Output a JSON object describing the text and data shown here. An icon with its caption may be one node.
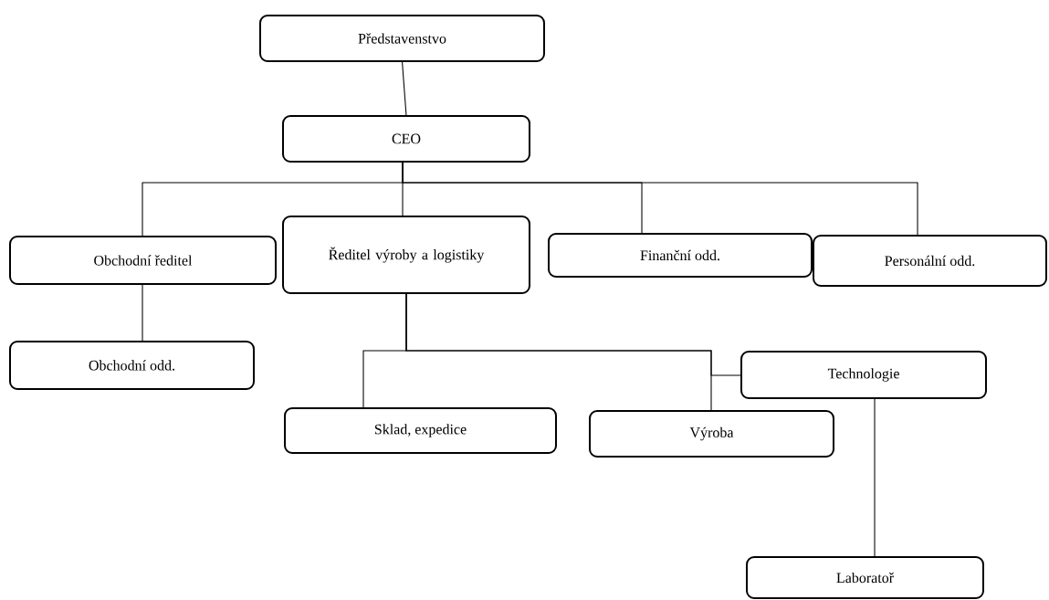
{
  "diagram": {
    "nodes": [
      {
        "text": [
          "Představenstvo"
        ]
      },
      {
        "text": [
          "CEO"
        ]
      },
      {
        "text": [
          "Obchodní ředitel"
        ]
      },
      {
        "text": [
          "Ředitel výroby a logistiky"
        ]
      },
      {
        "text": [
          "Finanční odd."
        ]
      },
      {
        "text": [
          "Personální odd."
        ]
      },
      {
        "text": [
          "Obchodní odd."
        ]
      },
      {
        "text": [
          "Sklad, expedice"
        ]
      },
      {
        "text": [
          "Výroba"
        ]
      },
      {
        "text": [
          "Technologie"
        ]
      },
      {
        "text": [
          "Laboratoř"
        ]
      }
    ],
    "edges": [
      {
        "from": 0,
        "to": 1,
        "arrow": "none"
      },
      {
        "from": 1,
        "to": 2,
        "arrow": "none"
      },
      {
        "from": 1,
        "to": 3,
        "arrow": "none"
      },
      {
        "from": 1,
        "to": 4,
        "arrow": "none"
      },
      {
        "from": 1,
        "to": 5,
        "arrow": "none"
      },
      {
        "from": 2,
        "to": 6,
        "arrow": "none"
      },
      {
        "from": 3,
        "to": 7,
        "arrow": "none"
      },
      {
        "from": 3,
        "to": 8,
        "arrow": "none"
      },
      {
        "from": 3,
        "to": 9,
        "arrow": "none"
      },
      {
        "from": 9,
        "to": 10,
        "arrow": "none"
      }
    ]
  }
}
